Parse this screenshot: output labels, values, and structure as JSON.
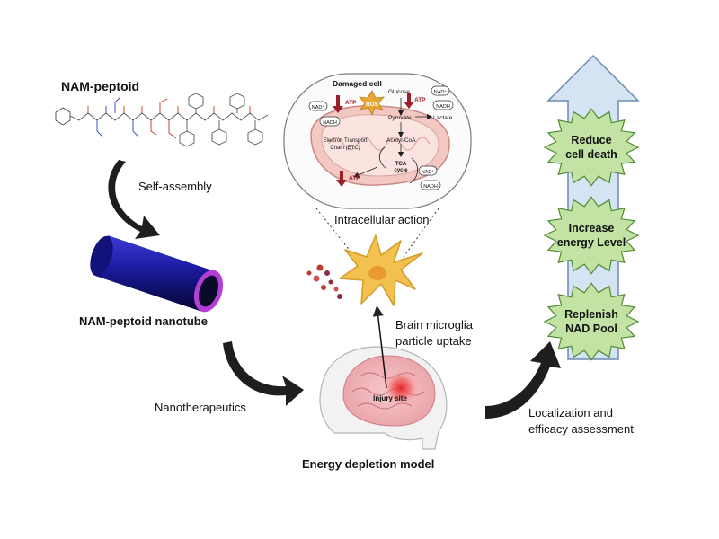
{
  "labels": {
    "nam_peptoid": "NAM-peptoid",
    "self_assembly": "Self-assembly",
    "nanotube": "NAM-peptoid nanotube",
    "nanotherapeutics": "Nanotherapeutics",
    "intracellular_action": "Intracellular action",
    "brain_microglia": "Brain microglia",
    "particle_uptake": "particle uptake",
    "energy_depletion_model": "Energy depletion model",
    "injury_site": "Injury site",
    "localization": "Localization and",
    "efficacy": "efficacy assessment"
  },
  "cell_panel": {
    "title": "Damaged cell",
    "ros": "ROS",
    "atp": "ATP",
    "nad_plus": "NAD⁺",
    "nadh": "NADH",
    "glucose": "Glucose",
    "pyruvate": "Pyruvate",
    "lactate": "Lactate",
    "acetyl_coa": "Acetyl-CoA",
    "etc_line1": "Electron Transport",
    "etc_line2": "Chain (ETC)",
    "tca_line1": "TCA",
    "tca_line2": "cycle"
  },
  "outcomes": [
    {
      "line1": "Reduce",
      "line2": "cell death"
    },
    {
      "line1": "Increase",
      "line2": "energy Level"
    },
    {
      "line1": "Replenish",
      "line2": "NAD Pool"
    }
  ],
  "colors": {
    "arrow_fill": "#d4e4f2",
    "arrow_stroke": "#6a8bb0",
    "burst_fill": "#c2e3a4",
    "burst_stroke": "#4f8a34",
    "tube_body": "#1a1a9e",
    "tube_rim": "#b23fd6",
    "cell_body": "#f2c14e",
    "atp_arrow": "#9a1f28",
    "ros_star": "#e8a633"
  }
}
